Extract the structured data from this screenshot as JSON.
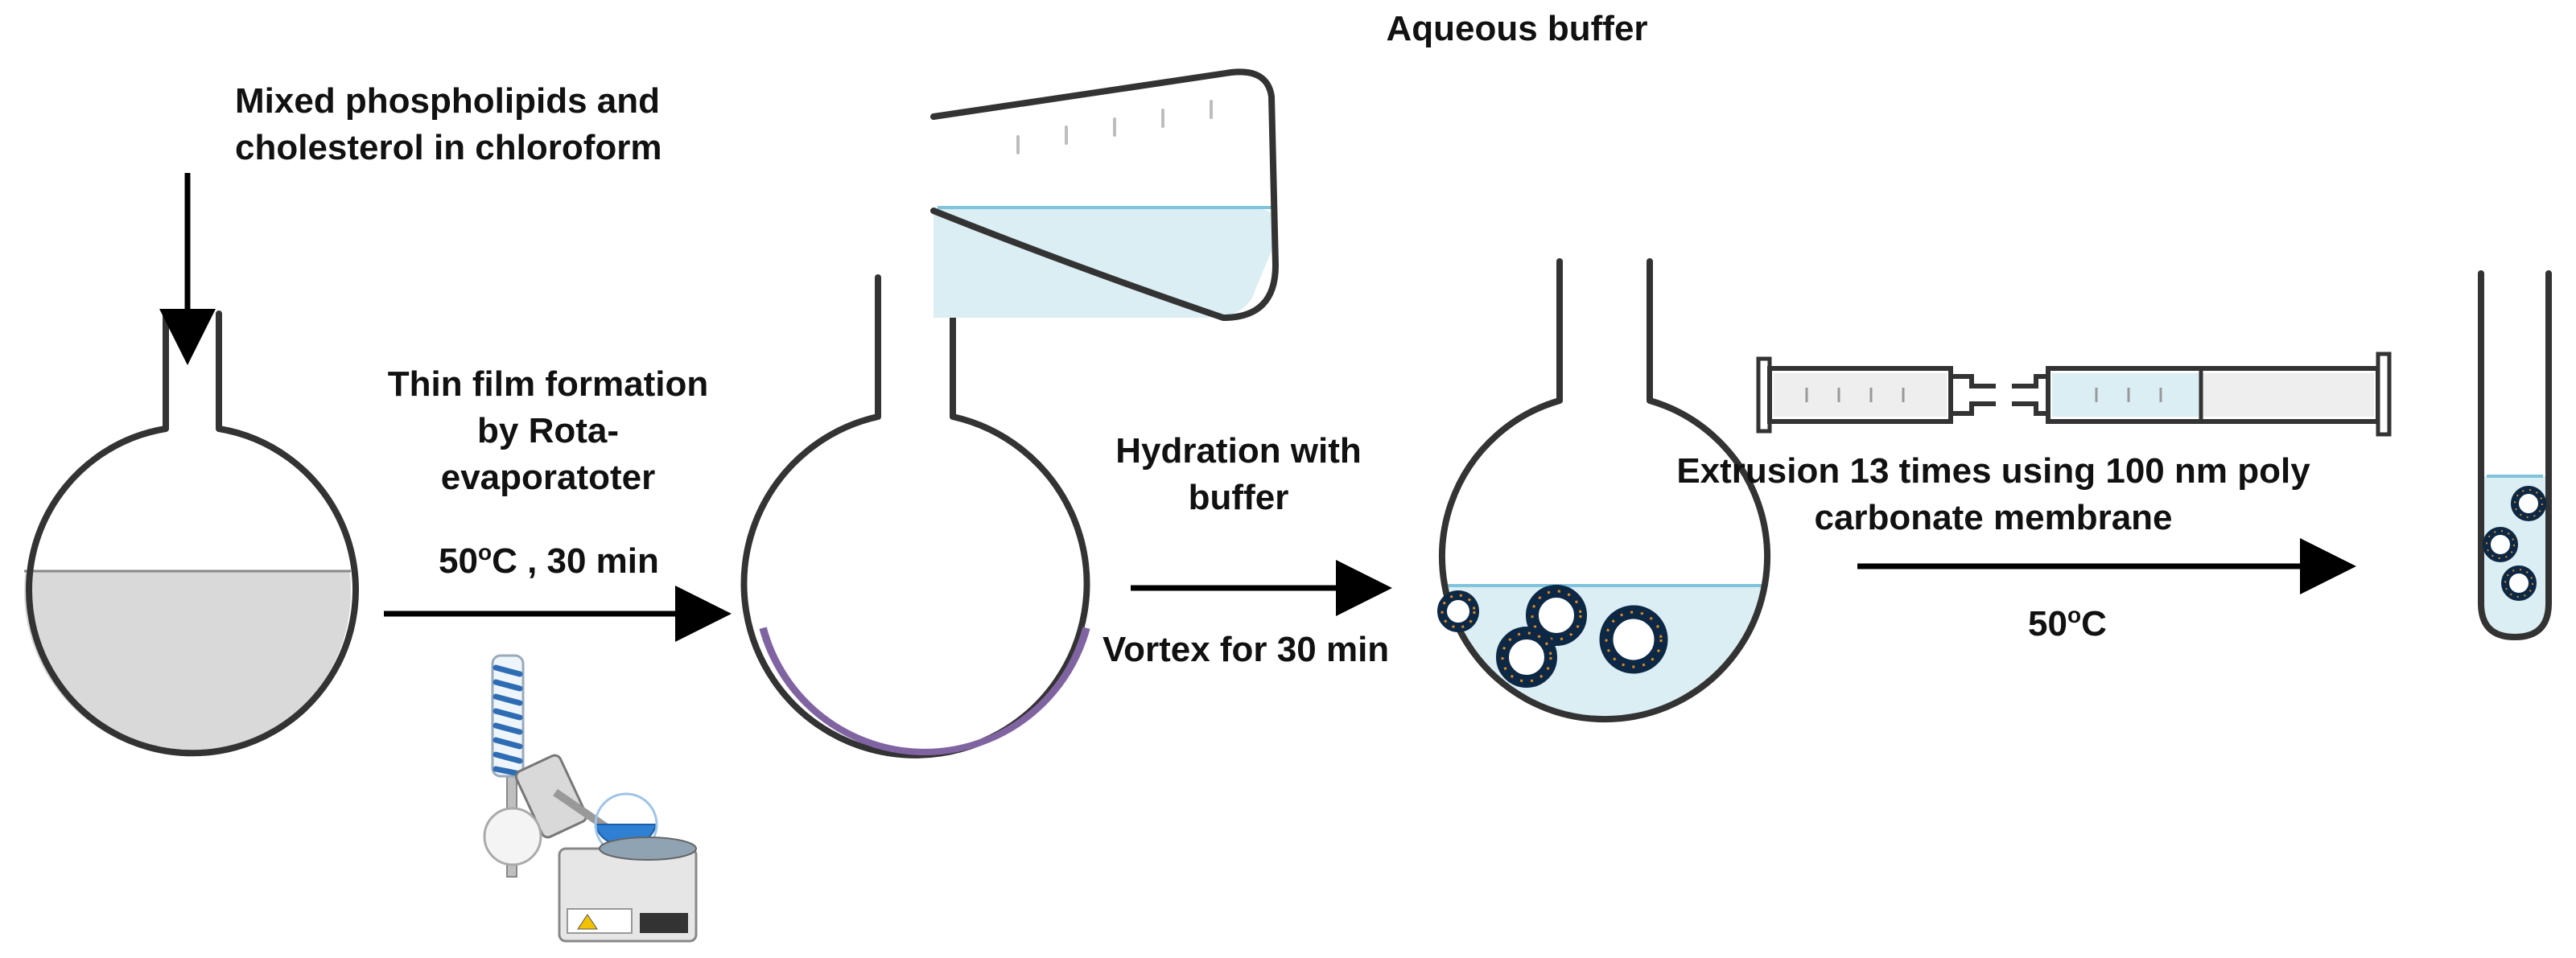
{
  "labels": {
    "start_line1": "Mixed phospholipids and",
    "start_line2": "cholesterol in chloroform",
    "thin_film_line1": "Thin film formation",
    "thin_film_line2": "by Rota-",
    "thin_film_line3": "evaporatoter",
    "temp_time_1": "50",
    "temp_time_1_sup": "o",
    "temp_time_1_rest": "C , 30 min",
    "aqueous_buffer": "Aqueous buffer",
    "hydration_line1": "Hydration with",
    "hydration_line2": "buffer",
    "vortex": "Vortex for 30 min",
    "extrusion_line1": "Extrusion 13 times using 100 nm poly",
    "extrusion_line2": "carbonate membrane",
    "temp_2": "50",
    "temp_2_sup": "o",
    "temp_2_rest": "C"
  },
  "colors": {
    "chloroform_fill": "#d9d9d9",
    "lipid_film": "#8064a2",
    "buffer_fill": "#daeef3",
    "buffer_line": "#7fc4dc",
    "liposome_core": "#0d2845",
    "liposome_dots": "#e08a1e",
    "outline": "#333333",
    "arrow": "#000000"
  },
  "icons": [
    "round-bottom-flask",
    "beaker",
    "rotary-evaporator",
    "syringe",
    "test-tube",
    "liposome"
  ]
}
